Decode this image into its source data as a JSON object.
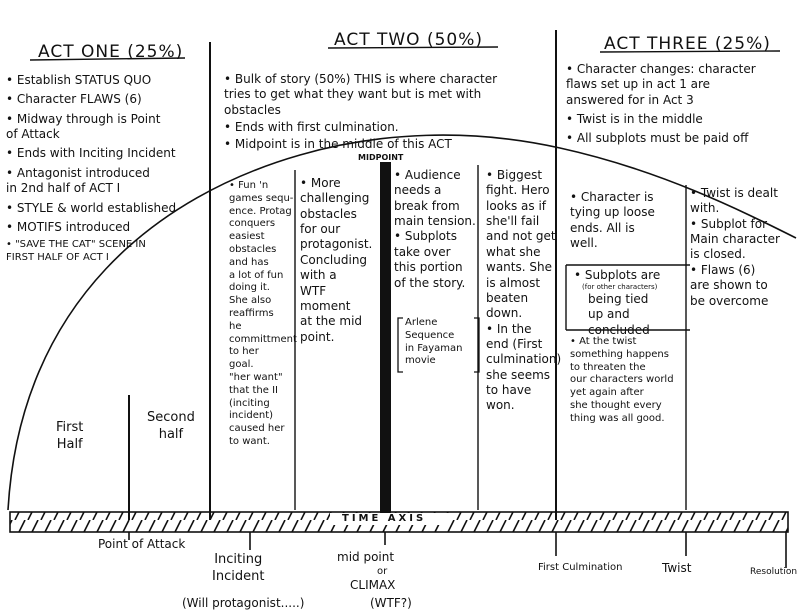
{
  "acts": {
    "one": {
      "title": "ACT ONE (25%)",
      "bullets": [
        "• Establish STATUS QUO",
        "• Character FLAWS (6)",
        "• Midway through is Point\n   of Attack",
        "• Ends with Inciting Incident",
        "• Antagonist introduced\n   in 2nd half of ACT I",
        "• STYLE & world established",
        "• MOTIFS introduced",
        "• \"SAVE THE CAT\" SCENE IN\n   FIRST HALF OF ACT I"
      ]
    },
    "two": {
      "title": "ACT TWO (50%)",
      "bullets": [
        "• Bulk of story (50%) THIS is where character\n   tries to get what they want but is met with\n   obstacles",
        "• Ends with first culmination.",
        "• Midpoint is in the middle of this ACT"
      ]
    },
    "three": {
      "title": "ACT THREE (25%)",
      "bullets": [
        "• Character changes: character\n   flaws set up in act 1 are\n   answered for in Act 3",
        "• Twist is in the middle",
        "• All subplots must be paid off"
      ]
    }
  },
  "midpoint_label": "MIDPOINT",
  "first_half": "First\nHalf",
  "second_half": "Second\nhalf",
  "columns": {
    "c1": "• Fun 'n\ngames sequ-\nence. Protag\nconquers\neasiest obstacles\nand has\na lot of fun\ndoing it.\nShe also\nreaffirms\nhe committment\nto her\ngoal.\n\"her want\"\nthat the II\n(inciting incident)\ncaused her\nto want.",
    "c2": "• More\nchallenging\nobstacles\nfor our\nprotagonist.\nConcluding\nwith a\nWTF moment\nat the mid\npoint.",
    "c3": "• Audience\nneeds a\nbreak from\nmain tension.\n• Subplots\ntake over\nthis portion\nof the story.",
    "c3_note": "Arlene\nSequence\nin Fayaman\nmovie",
    "c4": "• Biggest\nfight. Hero\nlooks as if\nshe'll fail\nand not get\nwhat she\nwants. She\nis almost\nbeaten\ndown.\n• In the\nend (First\nculmination)\nshe seems\nto have\nwon.",
    "c5_top": "• Character is\ntying up loose\nends. All is\nwell.",
    "c5_mid": "• Subplots are",
    "c5_mid_note": "(for other characters)",
    "c5_mid2": "being tied\nup and concluded",
    "c5_bottom": "• At the twist\nsomething happens\nto threaten the\nour characters world\nyet again after\nshe thought every\nthing was all good.",
    "c6": "• Twist is dealt\nwith.\n• Subplot for\nMain character\nis closed.\n• Flaws (6)\nare shown to\nbe overcome"
  },
  "time_axis": "TIME AXIS",
  "axis_labels": {
    "point_of_attack": "Point of Attack",
    "inciting_incident": "Inciting\nIncident",
    "will_protagonist": "(Will protagonist.....)",
    "mid_point": "mid point",
    "or": "or",
    "climax": "CLIMAX",
    "wtf": "(WTF?)",
    "first_culmination": "First Culmination",
    "twist": "Twist",
    "resolution": "Resolution"
  }
}
